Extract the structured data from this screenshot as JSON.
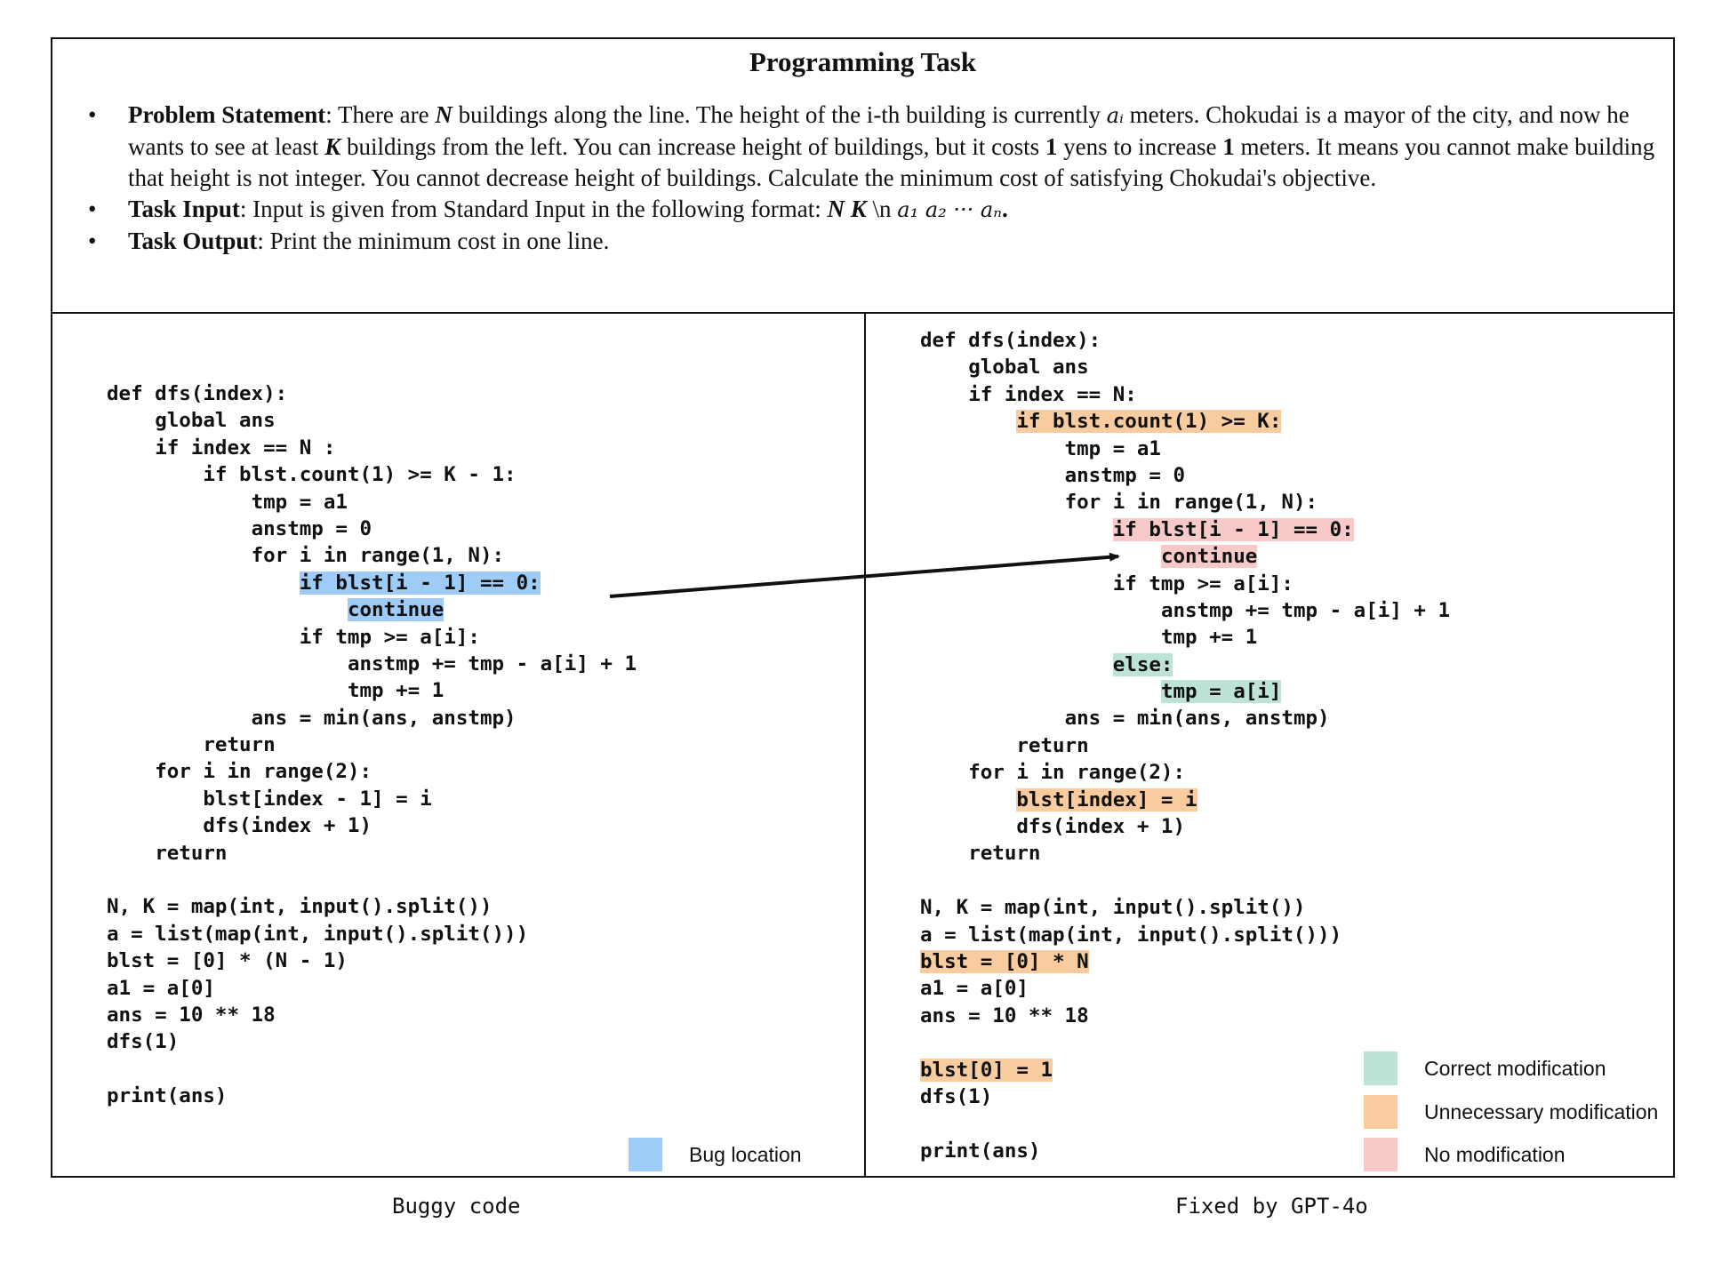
{
  "task": {
    "title": "Programming Task",
    "problem_label": "Problem Statement",
    "problem_text_1": ":  There are ",
    "var_N": "N",
    "problem_text_2": " buildings along the line. The height of the i-th building is currently ",
    "var_ai": "aᵢ",
    "problem_text_3": " meters. Chokudai is a mayor of the city, and now he wants to see at least ",
    "var_K": "K",
    "problem_text_4": " buildings from the left. You can increase height of buildings, but it costs ",
    "num_1a": "1",
    "problem_text_5": " yens to increase ",
    "num_1b": "1",
    "problem_text_6": " meters. It means you cannot make building that height is not integer. You cannot decrease height of buildings. Calculate the minimum cost of satisfying Chokudai's objective.",
    "input_label": "Task Input",
    "input_text": ": Input is given from Standard Input in the following format: ",
    "input_format_vars": "N K",
    "input_newline": " \\n ",
    "input_sequence": "a₁ a₂ ··· aₙ",
    "input_period": ".",
    "output_label": "Task Output",
    "output_text": ": Print the minimum cost in one line."
  },
  "buggy_code": {
    "caption": "Buggy code",
    "lines": [
      {
        "text": "def dfs(index):"
      },
      {
        "text": "    global ans"
      },
      {
        "text": "    if index == N :"
      },
      {
        "text": "        if blst.count(1) >= K - 1:"
      },
      {
        "text": "            tmp = a1"
      },
      {
        "text": "            anstmp = 0"
      },
      {
        "text": "            for i in range(1, N):"
      },
      {
        "text": "                if blst[i - 1] == 0:",
        "highlight": "bug"
      },
      {
        "text": "                    continue",
        "highlight": "bug"
      },
      {
        "text": "                if tmp >= a[i]:"
      },
      {
        "text": "                    anstmp += tmp - a[i] + 1"
      },
      {
        "text": "                    tmp += 1"
      },
      {
        "text": "            ans = min(ans, anstmp)"
      },
      {
        "text": "        return"
      },
      {
        "text": "    for i in range(2):"
      },
      {
        "text": "        blst[index - 1] = i"
      },
      {
        "text": "        dfs(index + 1)"
      },
      {
        "text": "    return"
      },
      {
        "text": ""
      },
      {
        "text": "N, K = map(int, input().split())"
      },
      {
        "text": "a = list(map(int, input().split()))"
      },
      {
        "text": "blst = [0] * (N - 1)"
      },
      {
        "text": "a1 = a[0]"
      },
      {
        "text": "ans = 10 ** 18"
      },
      {
        "text": "dfs(1)"
      },
      {
        "text": ""
      },
      {
        "text": "print(ans)"
      }
    ]
  },
  "fixed_code": {
    "caption": "Fixed by GPT-4o",
    "lines": [
      {
        "text": "def dfs(index):"
      },
      {
        "text": "    global ans"
      },
      {
        "text": "    if index == N:"
      },
      {
        "text": "        if blst.count(1) >= K:",
        "highlight": "unnecessary"
      },
      {
        "text": "            tmp = a1"
      },
      {
        "text": "            anstmp = 0"
      },
      {
        "text": "            for i in range(1, N):"
      },
      {
        "text": "                if blst[i - 1] == 0:",
        "highlight": "none"
      },
      {
        "text": "                    continue",
        "highlight": "none"
      },
      {
        "text": "                if tmp >= a[i]:"
      },
      {
        "text": "                    anstmp += tmp - a[i] + 1"
      },
      {
        "text": "                    tmp += 1"
      },
      {
        "text": "                else:",
        "highlight": "correct"
      },
      {
        "text": "                    tmp = a[i]",
        "highlight": "correct"
      },
      {
        "text": "            ans = min(ans, anstmp)"
      },
      {
        "text": "        return"
      },
      {
        "text": "    for i in range(2):"
      },
      {
        "text": "        blst[index] = i",
        "highlight": "unnecessary"
      },
      {
        "text": "        dfs(index + 1)"
      },
      {
        "text": "    return"
      },
      {
        "text": ""
      },
      {
        "text": "N, K = map(int, input().split())"
      },
      {
        "text": "a = list(map(int, input().split()))"
      },
      {
        "text": "blst = [0] * N",
        "highlight": "unnecessary"
      },
      {
        "text": "a1 = a[0]"
      },
      {
        "text": "ans = 10 ** 18"
      },
      {
        "text": ""
      },
      {
        "text": "blst[0] = 1",
        "highlight": "unnecessary"
      },
      {
        "text": "dfs(1)"
      },
      {
        "text": ""
      },
      {
        "text": "print(ans)"
      }
    ]
  },
  "legend": {
    "bug": {
      "label": "Bug location",
      "color": "#9fcbf7"
    },
    "correct": {
      "label": "Correct modification",
      "color": "#bde3d9"
    },
    "unnecessary": {
      "label": "Unnecessary modification",
      "color": "#f8cc9f"
    },
    "none": {
      "label": "No modification",
      "color": "#f7c9c9"
    }
  }
}
